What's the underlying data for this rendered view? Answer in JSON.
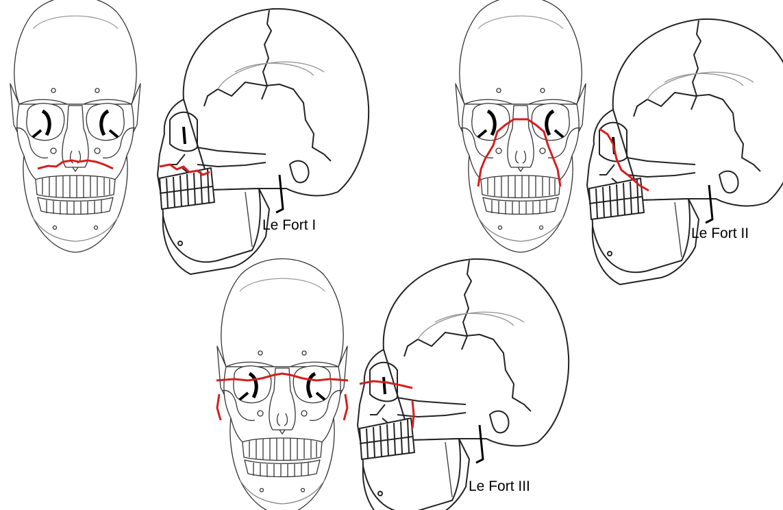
{
  "labels": {
    "le_fort_1": "Le Fort I",
    "le_fort_2": "Le Fort II",
    "le_fort_3": "Le Fort III"
  },
  "colors": {
    "bone_outline": "#222222",
    "fracture_line": "#d41e1e",
    "background": "#ffffff"
  }
}
